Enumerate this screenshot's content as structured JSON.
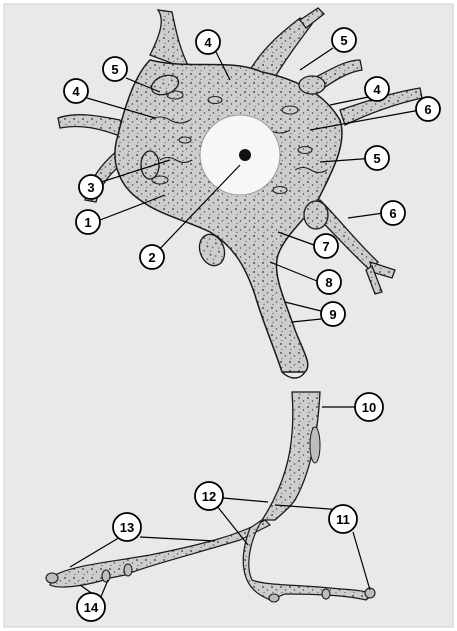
{
  "figure": {
    "background_color": "#e9e9e9",
    "ink_color": "#1a1a1a",
    "cell_fill": "#cfcfcf",
    "nucleus_fill": "#f7f7f7"
  },
  "callouts": [
    {
      "id": "c1",
      "label": "1"
    },
    {
      "id": "c2",
      "label": "2"
    },
    {
      "id": "c3",
      "label": "3"
    },
    {
      "id": "c4a",
      "label": "4"
    },
    {
      "id": "c4b",
      "label": "4"
    },
    {
      "id": "c4c",
      "label": "4"
    },
    {
      "id": "c5a",
      "label": "5"
    },
    {
      "id": "c5b",
      "label": "5"
    },
    {
      "id": "c5c",
      "label": "5"
    },
    {
      "id": "c6a",
      "label": "6"
    },
    {
      "id": "c6b",
      "label": "6"
    },
    {
      "id": "c7",
      "label": "7"
    },
    {
      "id": "c8",
      "label": "8"
    },
    {
      "id": "c9",
      "label": "9"
    },
    {
      "id": "c10",
      "label": "10"
    },
    {
      "id": "c11",
      "label": "11"
    },
    {
      "id": "c12",
      "label": "12"
    },
    {
      "id": "c13",
      "label": "13"
    },
    {
      "id": "c14",
      "label": "14"
    }
  ]
}
